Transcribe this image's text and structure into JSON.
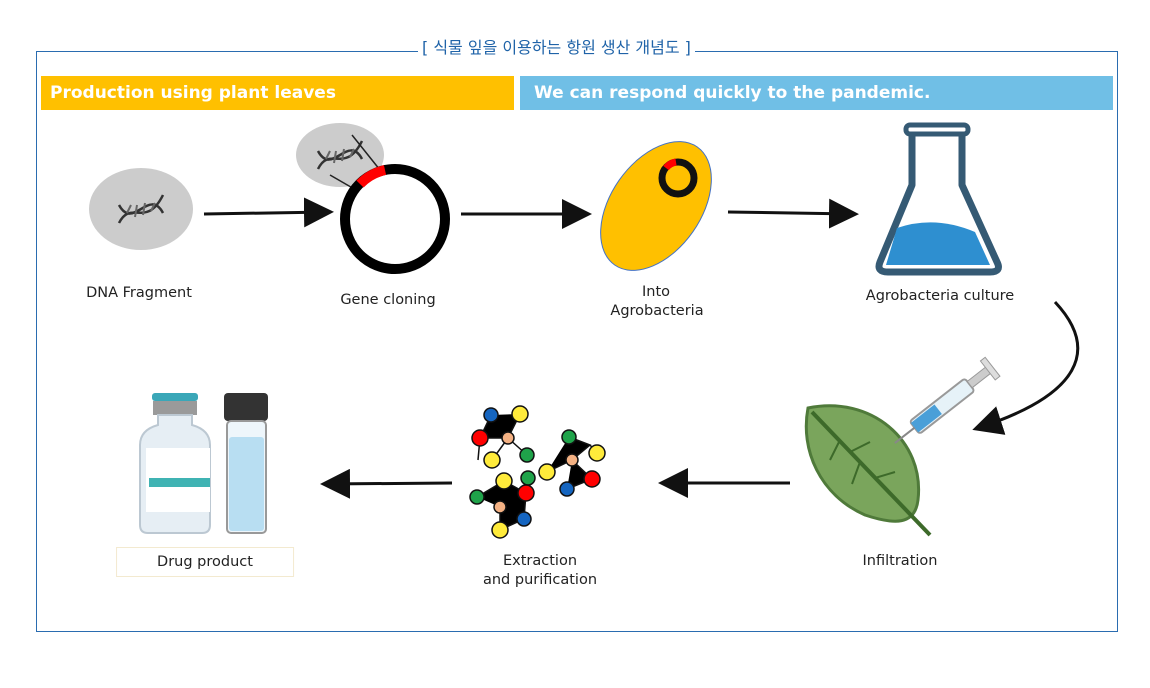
{
  "title": "[ 식물 잎을 이용하는 항원 생산 개념도 ]",
  "header": {
    "left": "Production using plant leaves",
    "right": "We can respond quickly to the pandemic."
  },
  "colors": {
    "frame": "#2a6cb0",
    "yellow": "#ffc000",
    "blue": "#70bfe6"
  },
  "steps": {
    "dna": "DNA Fragment",
    "cloning": "Gene cloning",
    "into_line1": "Into",
    "into_line2": "Agrobacteria",
    "culture": "Agrobacteria culture",
    "infiltration": "Infiltration",
    "extraction_line1": "Extraction",
    "extraction_line2": "and purification",
    "drug": "Drug product"
  }
}
